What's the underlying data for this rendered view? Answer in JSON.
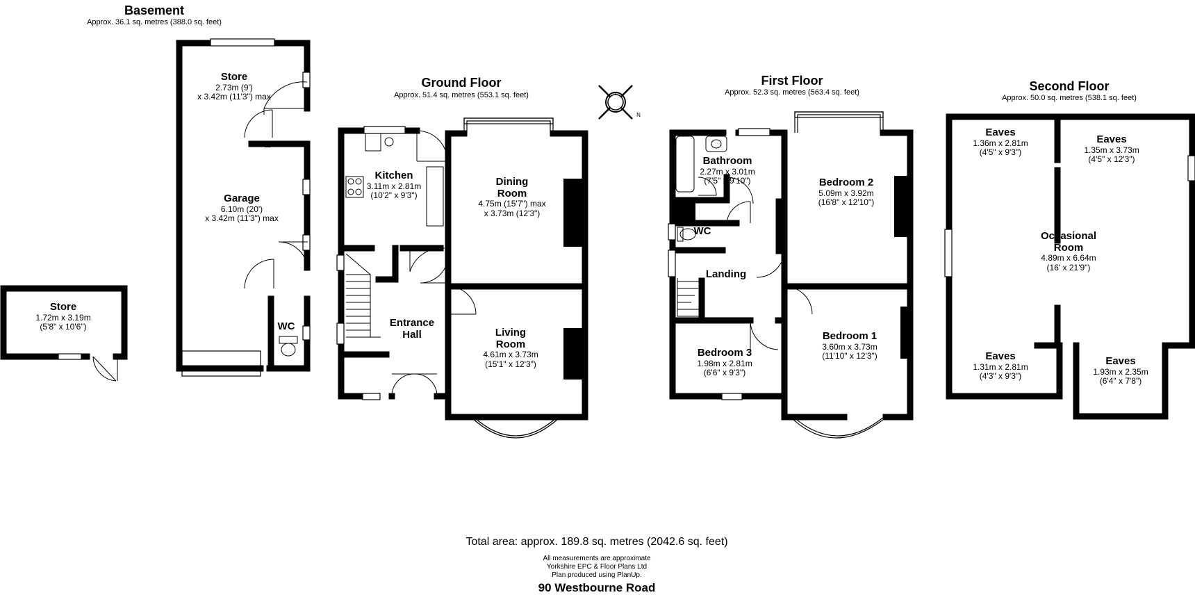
{
  "floors": {
    "basement": {
      "title": "Basement",
      "area": "Approx. 36.1 sq. metres (388.0 sq. feet)"
    },
    "ground": {
      "title": "Ground Floor",
      "area": "Approx. 51.4 sq. metres (553.1 sq. feet)"
    },
    "first": {
      "title": "First Floor",
      "area": "Approx. 52.3 sq. metres (563.4 sq. feet)"
    },
    "second": {
      "title": "Second Floor",
      "area": "Approx. 50.0 sq. metres (538.1 sq. feet)"
    }
  },
  "rooms": {
    "basement_store": {
      "name": "Store",
      "dims": [
        "2.73m (9')",
        "x 3.42m (11'3\") max"
      ]
    },
    "garage": {
      "name": "Garage",
      "dims": [
        "6.10m (20')",
        "x 3.42m (11'3\") max"
      ]
    },
    "basement_wc": {
      "name": "WC"
    },
    "outside_store": {
      "name": "Store",
      "dims": [
        "1.72m x 3.19m",
        "(5'8\" x 10'6\")"
      ]
    },
    "kitchen": {
      "name": "Kitchen",
      "dims": [
        "3.11m x 2.81m",
        "(10'2\" x 9'3\")"
      ]
    },
    "dining": {
      "name": [
        "Dining",
        "Room"
      ],
      "dims": [
        "4.75m (15'7\") max",
        "x 3.73m (12'3\")"
      ]
    },
    "entrance": {
      "name": [
        "Entrance",
        "Hall"
      ]
    },
    "living": {
      "name": [
        "Living",
        "Room"
      ],
      "dims": [
        "4.61m x 3.73m",
        "(15'1\" x 12'3\")"
      ]
    },
    "bathroom": {
      "name": "Bathroom",
      "dims": [
        "2.27m x 3.01m",
        "(7'5\" x 9'10\")"
      ]
    },
    "first_wc": {
      "name": "WC"
    },
    "landing": {
      "name": "Landing"
    },
    "bedroom2": {
      "name": "Bedroom 2",
      "dims": [
        "5.09m x 3.92m",
        "(16'8\" x 12'10\")"
      ]
    },
    "bedroom3": {
      "name": "Bedroom 3",
      "dims": [
        "1.98m x 2.81m",
        "(6'6\" x 9'3\")"
      ]
    },
    "bedroom1": {
      "name": "Bedroom 1",
      "dims": [
        "3.60m x 3.73m",
        "(11'10\" x 12'3\")"
      ]
    },
    "eaves_tl": {
      "name": "Eaves",
      "dims": [
        "1.36m x 2.81m",
        "(4'5\" x 9'3\")"
      ]
    },
    "eaves_tr": {
      "name": "Eaves",
      "dims": [
        "1.35m x 3.73m",
        "(4'5\" x 12'3\")"
      ]
    },
    "occasional": {
      "name": [
        "Occasional",
        "Room"
      ],
      "dims": [
        "4.89m x 6.64m",
        "(16' x 21'9\")"
      ]
    },
    "eaves_bl": {
      "name": "Eaves",
      "dims": [
        "1.31m x 2.81m",
        "(4'3\" x 9'3\")"
      ]
    },
    "eaves_br": {
      "name": "Eaves",
      "dims": [
        "1.93m x 2.35m",
        "(6'4\" x 7'8\")"
      ]
    }
  },
  "compass_label": "N",
  "footer": {
    "total": "Total area: approx. 189.8 sq. metres (2042.6 sq. feet)",
    "notes": [
      "All measurements are approximate",
      "Yorkshire EPC & Floor Plans  Ltd",
      "Plan produced using PlanUp."
    ],
    "address": "90 Westbourne Road"
  }
}
